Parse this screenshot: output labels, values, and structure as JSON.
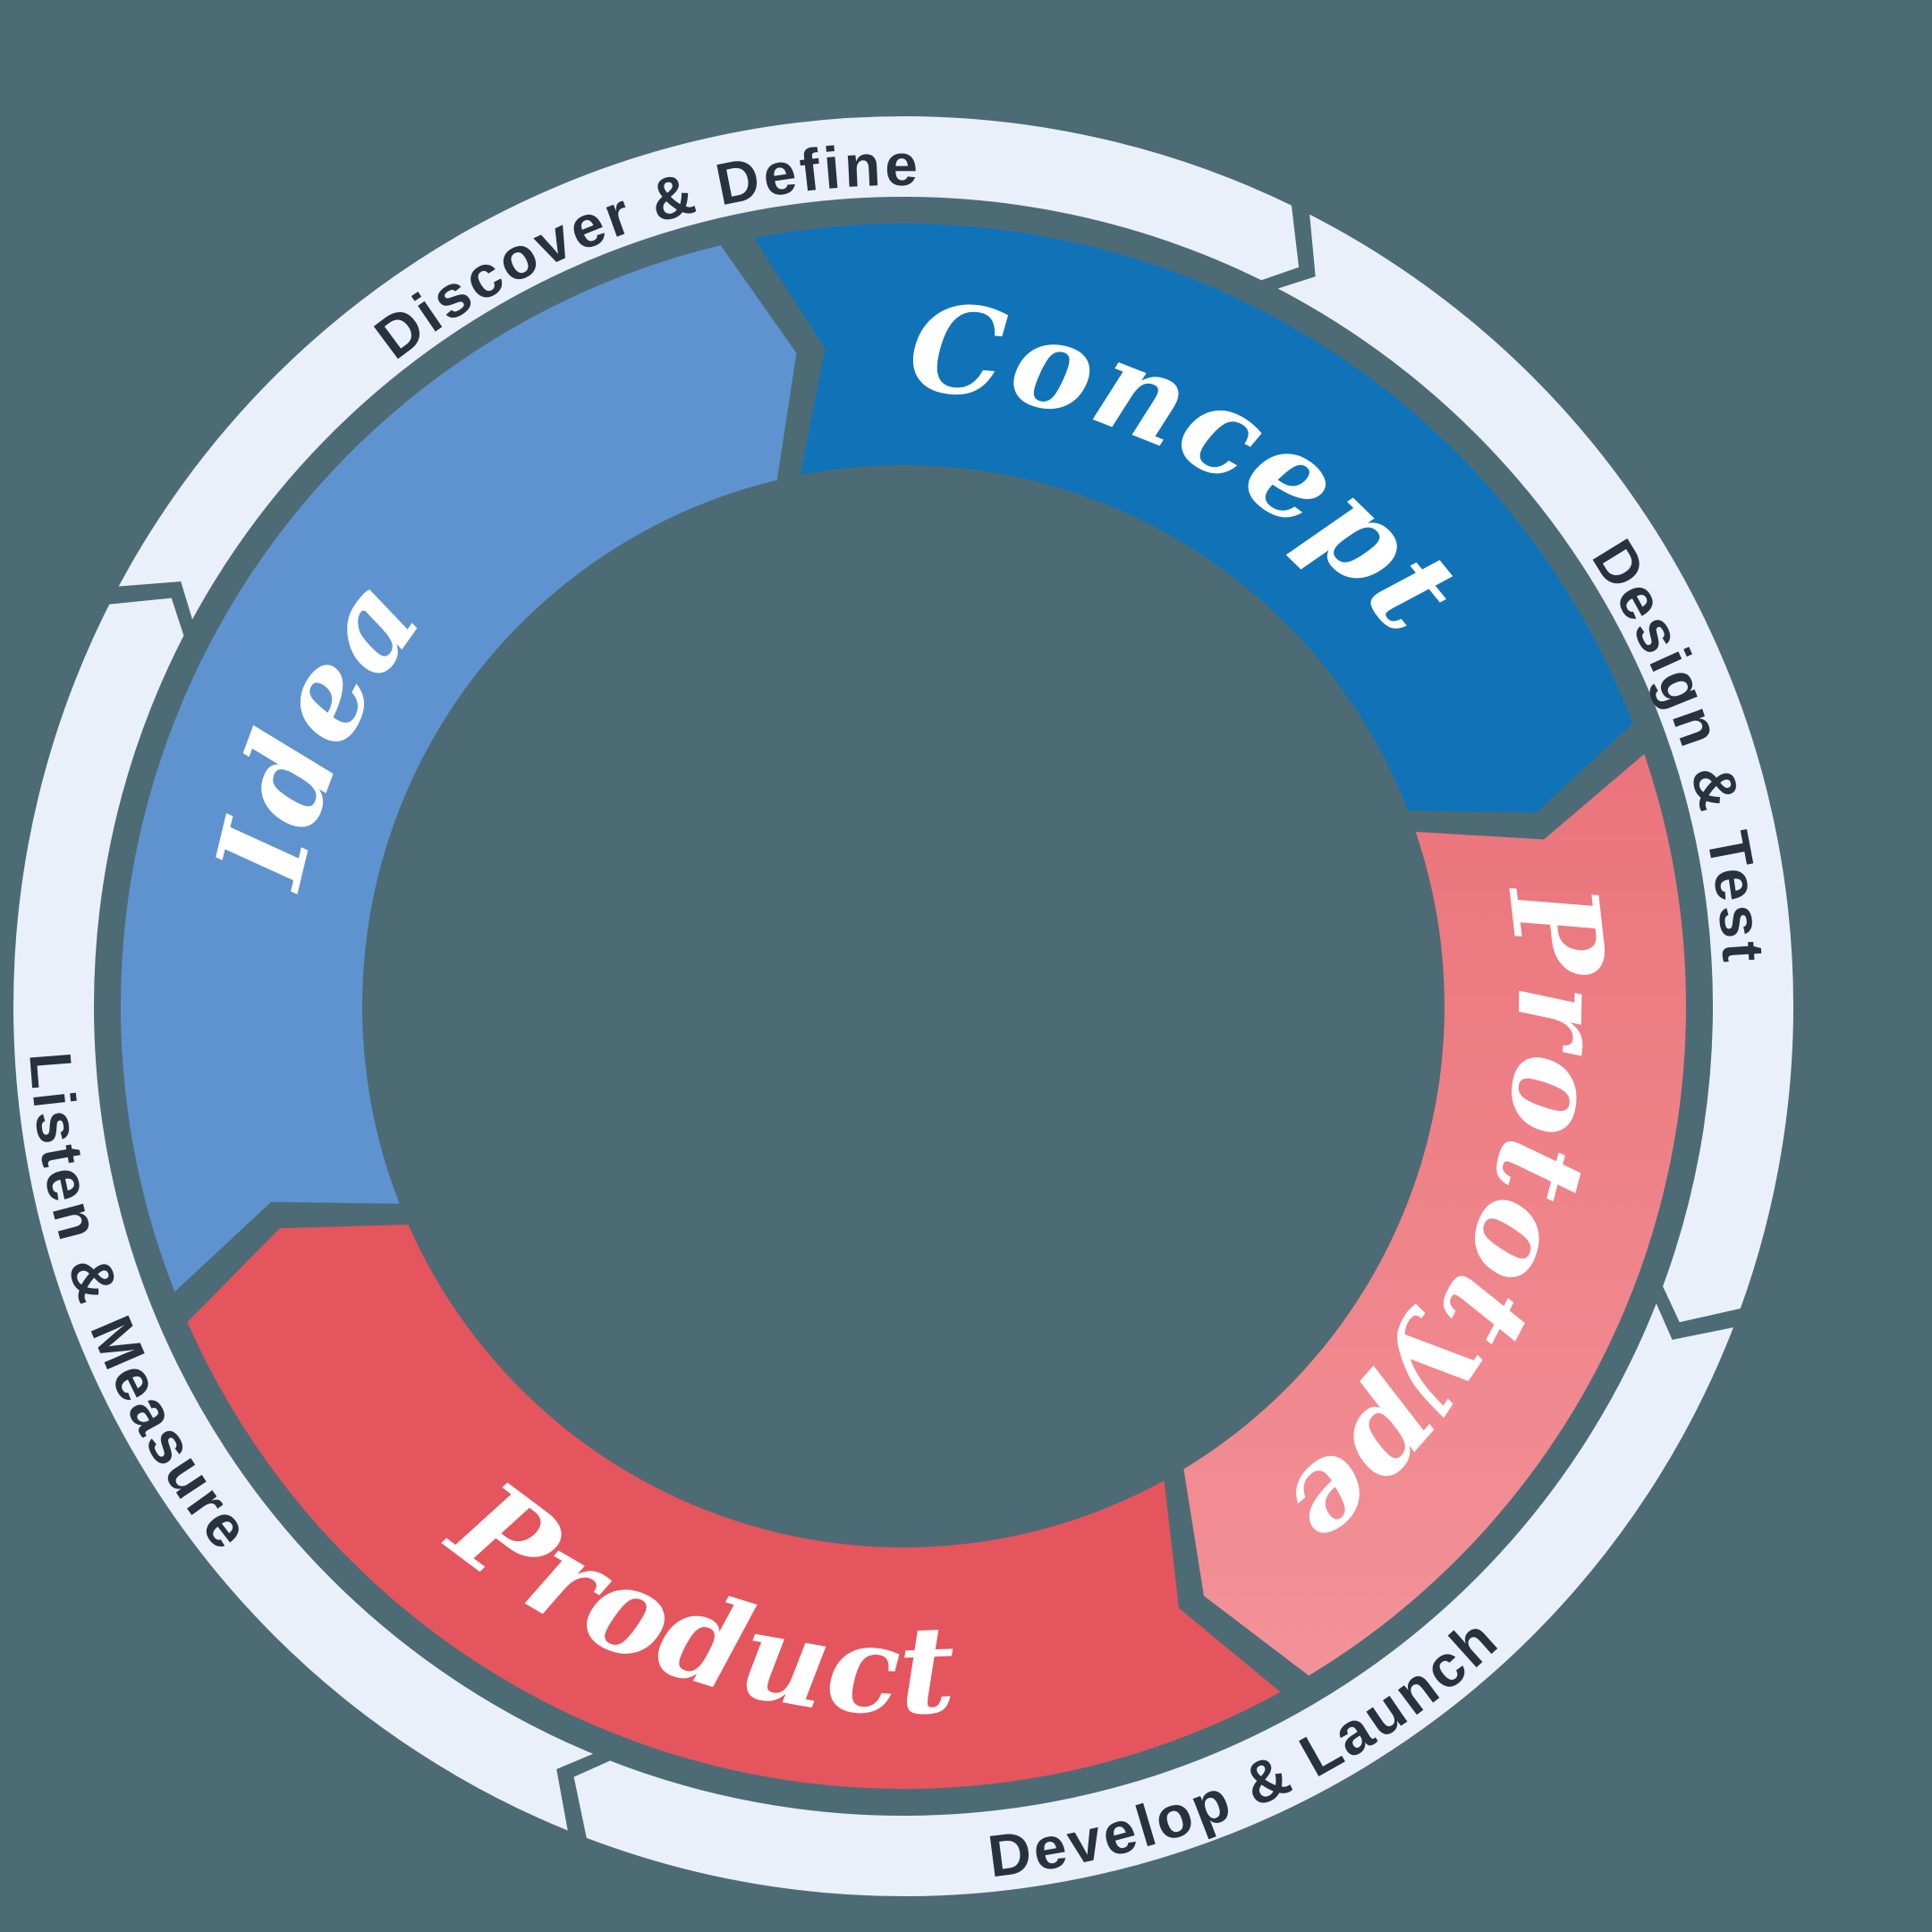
{
  "diagram": {
    "inner_segments": [
      {
        "id": "idea",
        "label": "Idea",
        "color": "#5e93cf"
      },
      {
        "id": "concept",
        "label": "Concept",
        "color": "#1173b7"
      },
      {
        "id": "prototype",
        "label": "Prototype",
        "color": "#eb747b",
        "color2": "#f29298"
      },
      {
        "id": "product",
        "label": "Product",
        "color": "#e4555e"
      }
    ],
    "outer_labels": [
      {
        "id": "discover-define",
        "label": "Discover & Define"
      },
      {
        "id": "design-test",
        "label": "Design & Test"
      },
      {
        "id": "develop-launch",
        "label": "Develop & Launch"
      },
      {
        "id": "listen-measure",
        "label": "Listen & Measure"
      }
    ],
    "colors": {
      "background": "#4d6b75",
      "ring": "#e9f0fa",
      "outer_text": "#28323e",
      "inner_text": "#ffffff"
    }
  }
}
